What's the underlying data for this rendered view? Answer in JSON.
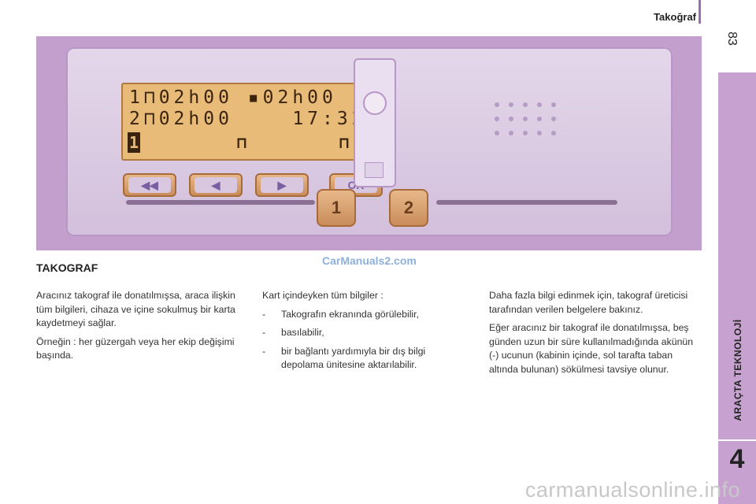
{
  "header": {
    "section_title": "Takoğraf",
    "page_number": "83"
  },
  "sidebar": {
    "chapter_label": "ARAÇTA TEKNOLOJİ",
    "chapter_number": "4"
  },
  "tachograph": {
    "lcd_line1": "1⊓02h00 ▪02h00  ⊙",
    "lcd_line2": "2⊓02h00    17:32",
    "lcd_indicator_left": "1",
    "lcd_indicator_right": "1",
    "buttons": [
      "◀◀",
      "◀",
      "▶",
      "OK"
    ],
    "slot1_label": "1",
    "slot2_label": "2"
  },
  "watermark_top": "CarManuals2.com",
  "content": {
    "title": "TAKOGRAF",
    "col1": {
      "p1": "Aracınız takograf ile donatılmışsa, araca ilişkin tüm bilgileri, cihaza ve içine sokulmuş bir karta kaydetmeyi sağlar.",
      "p2": "Örneğin : her güzergah veya her ekip değişimi başında."
    },
    "col2": {
      "intro": "Kart içindeyken tüm bilgiler :",
      "bullets": [
        "Takografın ekranında görülebilir,",
        "basılabilir,",
        "bir bağlantı yardımıyla bir dış bilgi depolama ünitesine aktarılabilir."
      ],
      "dash": "-"
    },
    "col3": {
      "p1": "Daha fazla bilgi edinmek için, takograf üreticisi tarafından verilen belgelere bakınız.",
      "p2": "Eğer aracınız bir takograf ile donatılmışsa, beş günden uzun bir süre kullanılmadığında akünün (-) ucunun (kabinin içinde, sol tarafta taban altında bulunan) sökülmesi tavsiye olunur."
    }
  },
  "watermark_bottom": "carmanualsonline.info",
  "colors": {
    "sidebar": "#c7a2d0",
    "illustration_bg": "#c39fcd",
    "lcd": "#e8bb79",
    "buttons": "#d9a06b"
  }
}
